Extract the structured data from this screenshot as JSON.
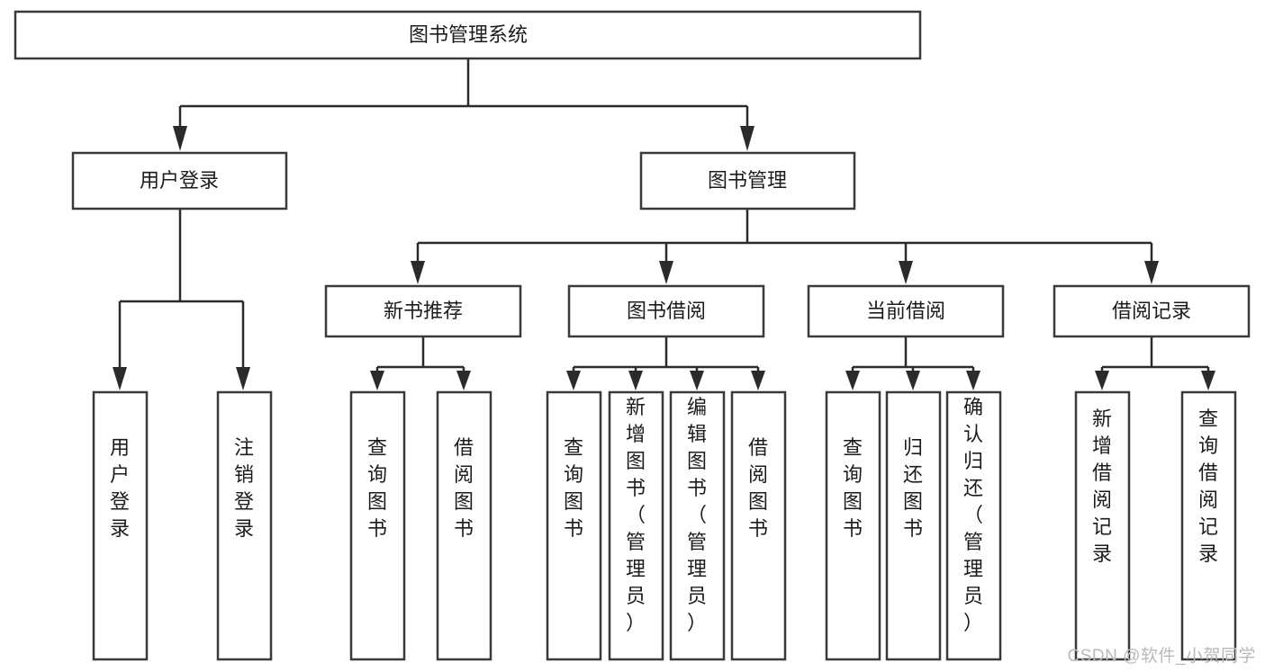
{
  "diagram": {
    "title": "图书管理系统",
    "type": "tree",
    "watermark": "CSDN @软件_小贺同学",
    "colors": {
      "box_stroke": "#3a3a3a",
      "connector": "#2b2b2b",
      "text": "#1c1c1c",
      "background": "#ffffff",
      "watermark": "#b9b9b9"
    },
    "nodes": {
      "root": {
        "label": "图书管理系统"
      },
      "level2": [
        {
          "id": "user-login",
          "label": "用户登录"
        },
        {
          "id": "book-manage",
          "label": "图书管理"
        }
      ],
      "level3": [
        {
          "id": "new-book-recommend",
          "label": "新书推荐"
        },
        {
          "id": "book-borrow",
          "label": "图书借阅"
        },
        {
          "id": "current-borrow",
          "label": "当前借阅"
        },
        {
          "id": "borrow-record",
          "label": "借阅记录"
        }
      ],
      "leaves": {
        "user-login": [
          {
            "id": "leaf-user-login",
            "label": "用户登录"
          },
          {
            "id": "leaf-user-logout",
            "label": "注销登录"
          }
        ],
        "new-book-recommend": [
          {
            "id": "leaf-query-book-1",
            "label": "查询图书"
          },
          {
            "id": "leaf-borrow-book-1",
            "label": "借阅图书"
          }
        ],
        "book-borrow": [
          {
            "id": "leaf-query-book-2",
            "label": "查询图书"
          },
          {
            "id": "leaf-add-book",
            "label": "新增图书（管理员）"
          },
          {
            "id": "leaf-edit-book",
            "label": "编辑图书（管理员）"
          },
          {
            "id": "leaf-borrow-book-2",
            "label": "借阅图书"
          }
        ],
        "current-borrow": [
          {
            "id": "leaf-query-book-3",
            "label": "查询图书"
          },
          {
            "id": "leaf-return-book",
            "label": "归还图书"
          },
          {
            "id": "leaf-confirm-return",
            "label": "确认归还（管理员）"
          }
        ],
        "borrow-record": [
          {
            "id": "leaf-add-record",
            "label": "新增借阅记录"
          },
          {
            "id": "leaf-query-record",
            "label": "查询借阅记录"
          }
        ]
      }
    }
  }
}
